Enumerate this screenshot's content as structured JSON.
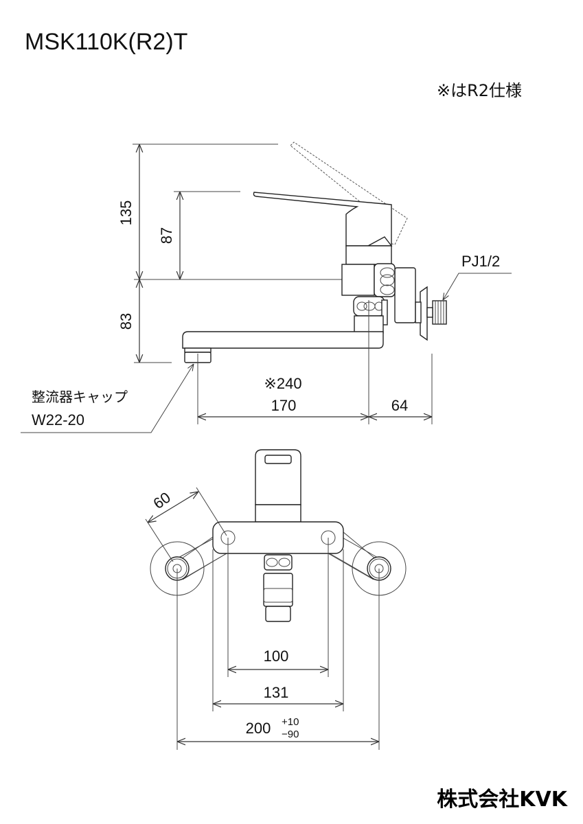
{
  "header": {
    "model": "MSK110K(R2)T",
    "note": "※はR2仕様"
  },
  "side_view": {
    "height_total": "135",
    "height_lever": "87",
    "height_spout": "83",
    "connection": "PJ1/2",
    "aerator_label": "整流器キャップ",
    "aerator_size": "W22-20",
    "spout_length_r2": "※240",
    "spout_length": "170",
    "wall_offset": "64"
  },
  "top_view": {
    "arm_length": "60",
    "hole_pitch": "100",
    "bar_width": "131",
    "center_distance": "200",
    "tolerance_plus": "+10",
    "tolerance_minus": "−90"
  },
  "footer": {
    "company": "株式会社KVK"
  }
}
